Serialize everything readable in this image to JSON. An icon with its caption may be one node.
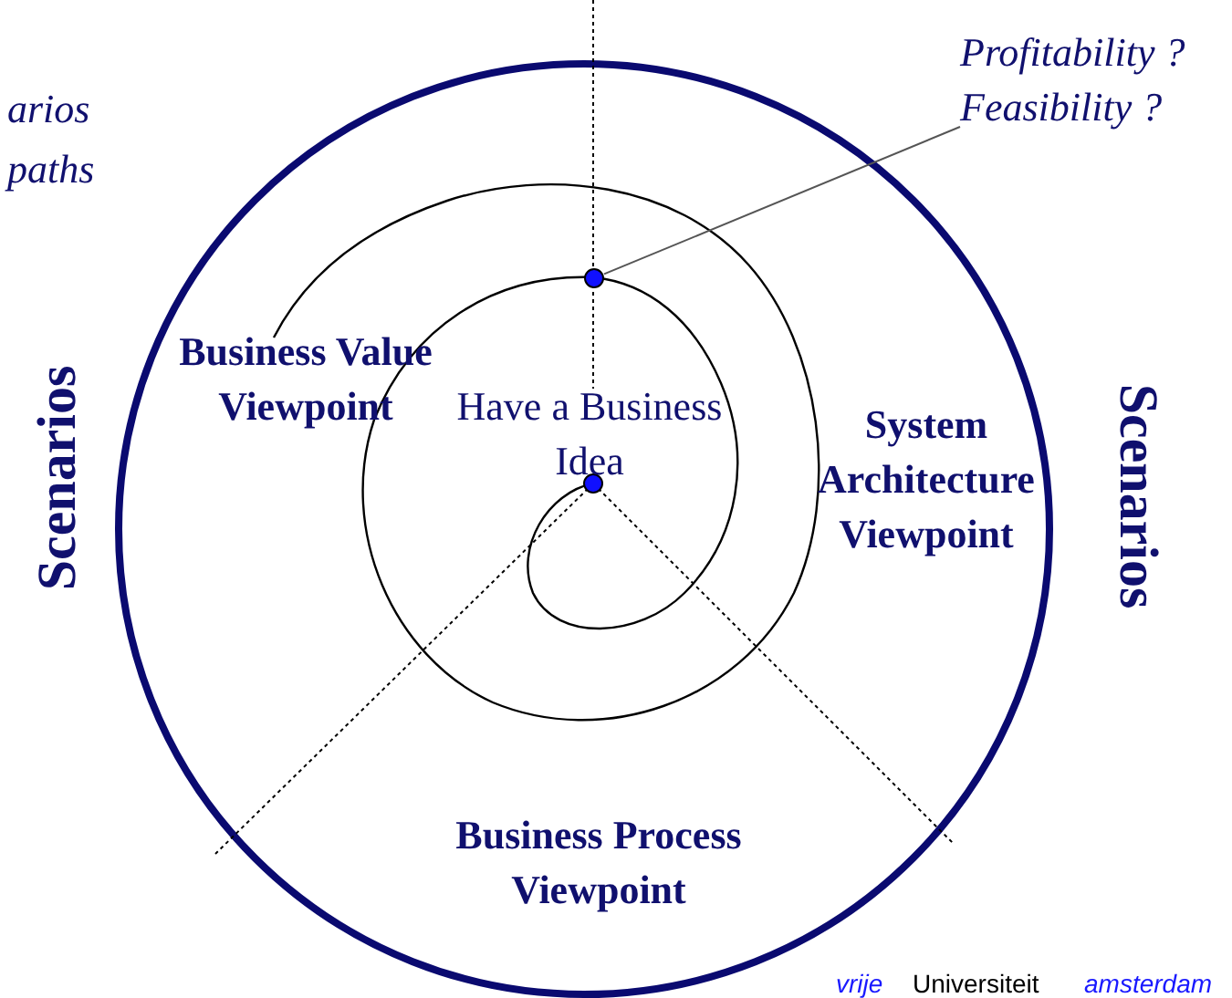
{
  "diagram": {
    "nodes": [
      {
        "text": [
          "Profitability ?",
          "Feasibility ?"
        ]
      },
      {
        "text": [],
        "shape": "circle"
      }
    ],
    "edges": [
      {
        "from": 0,
        "to": 1,
        "arrow": "none"
      }
    ],
    "labels": [
      "arios",
      "paths",
      "Scenarios",
      "Business Value Viewpoint",
      "Have a Business Idea",
      "System Architecture Viewpoint",
      "Scenarios",
      "Business Process Viewpoint",
      "vrije",
      "Universiteit",
      "amsterdam"
    ]
  }
}
